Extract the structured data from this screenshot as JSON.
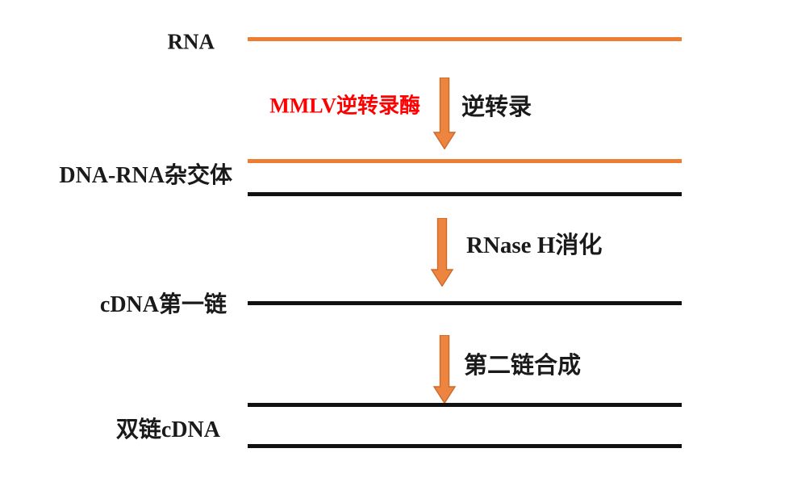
{
  "diagram": {
    "title": "cDNA synthesis workflow (reverse transcription)",
    "colors": {
      "strand_orange": "#ED7D31",
      "strand_black": "#111111",
      "arrow_fill": "#ED8540",
      "arrow_stroke": "#CC6A27",
      "enzyme_red": "#FF0000",
      "text_black": "#1a1a1a"
    },
    "rows": {
      "rna": {
        "label": "RNA"
      },
      "hybrid": {
        "label": "DNA-RNA杂交体"
      },
      "first_strand": {
        "label": "cDNA第一链"
      },
      "double_strand": {
        "label": "双链cDNA"
      }
    },
    "steps": {
      "step1": {
        "enzyme": "MMLV逆转录酶",
        "label": "逆转录"
      },
      "step2": {
        "label": "RNase H消化"
      },
      "step3": {
        "label": "第二链合成"
      }
    }
  }
}
